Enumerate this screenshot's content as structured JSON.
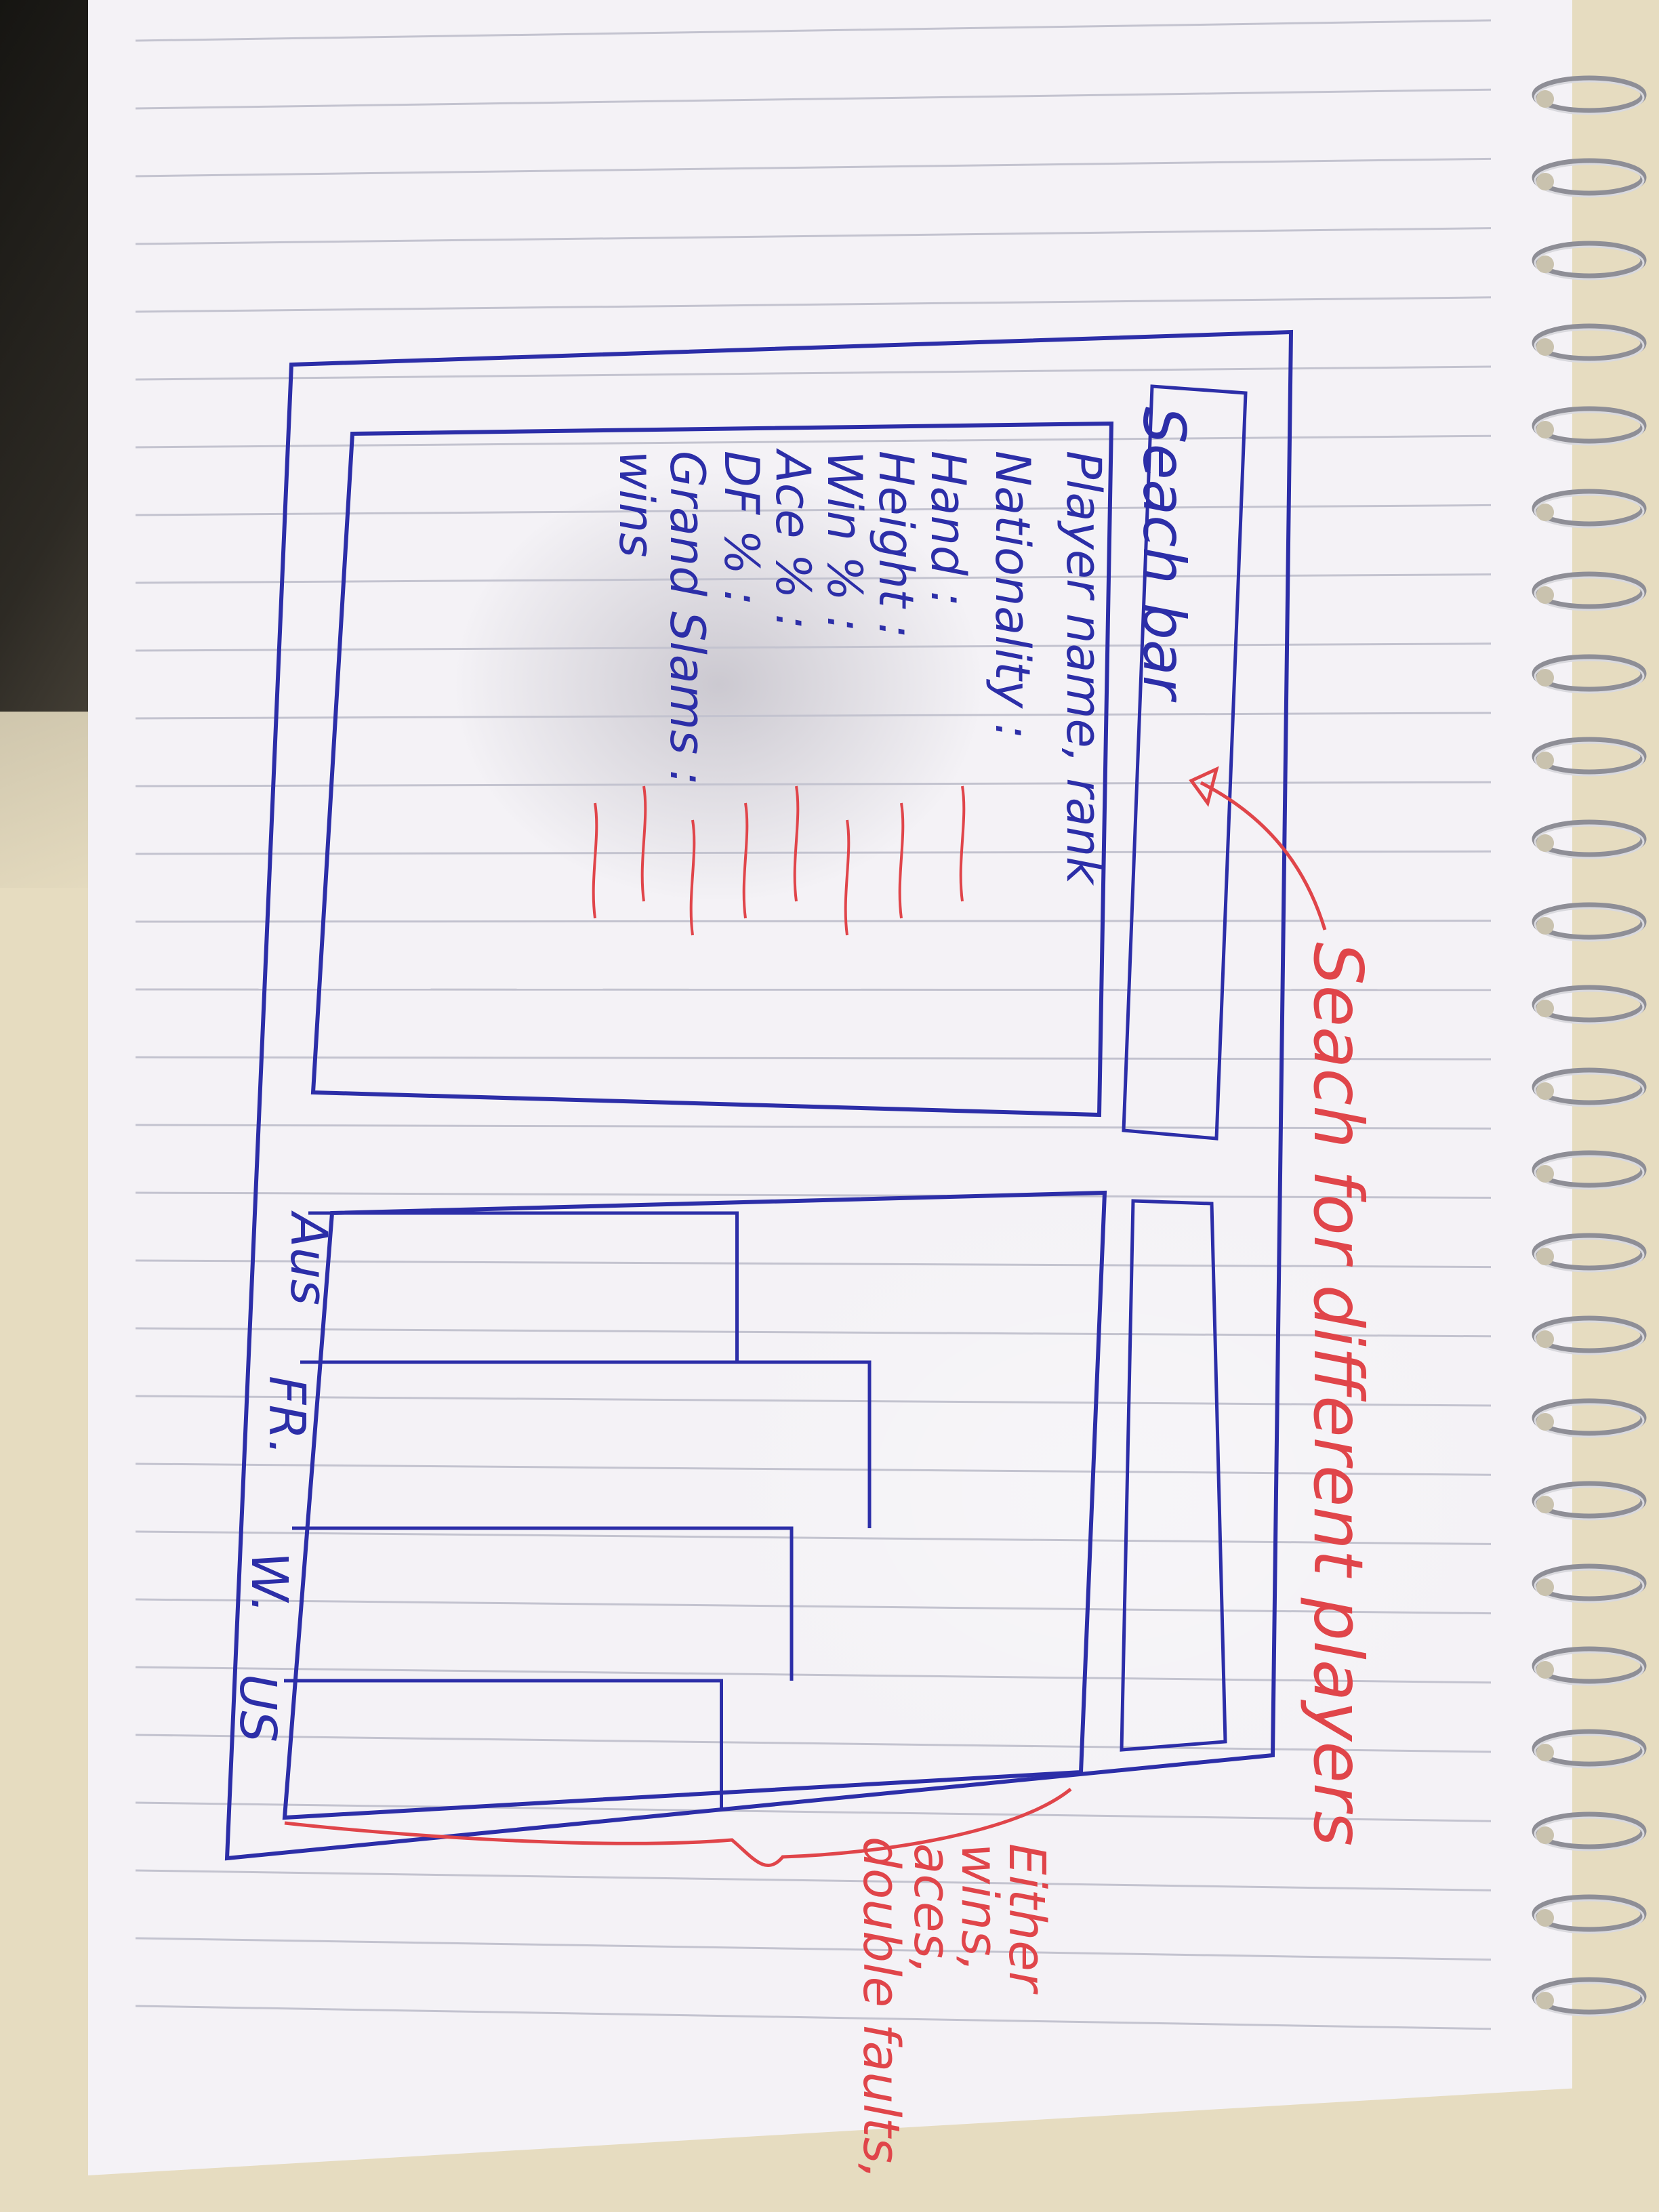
{
  "sketch": {
    "search_bar_label": "Seach bar",
    "search_callout": "Seach for different players",
    "player_info": {
      "lines": [
        "Player name, rank",
        "Nationality :",
        "Hand :",
        "Height :",
        "Win % :",
        "Ace % :",
        "DF % :",
        "Grand Slams :",
        "wins"
      ]
    },
    "bar_chart_labels": [
      "Aus",
      "FR.",
      "W.",
      "US"
    ],
    "bar_values": [
      0.55,
      0.72,
      0.62,
      0.53
    ],
    "metric_note": [
      "Either",
      "wins,",
      "aces,",
      "double faults,"
    ],
    "colors": {
      "blue_ink": "#2c2ea8",
      "red_ink": "#e0454a",
      "paper": "#f4f2f6",
      "rule_line": "#c3c3cf"
    }
  }
}
